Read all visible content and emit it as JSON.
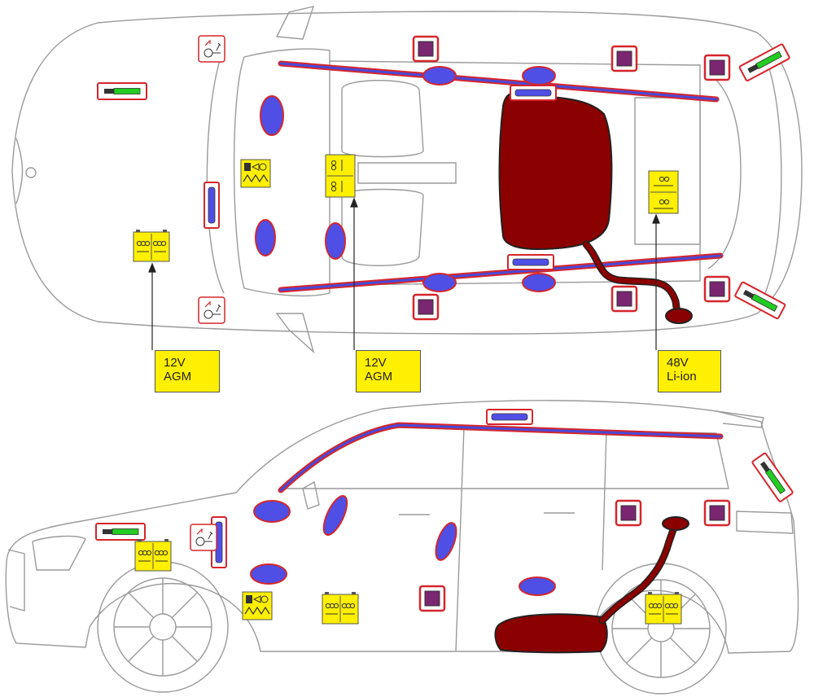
{
  "labels": {
    "battery_front": {
      "line1": "12V",
      "line2": "AGM"
    },
    "battery_center": {
      "line1": "12V",
      "line2": "AGM"
    },
    "battery_rear": {
      "line1": "48V",
      "line2": "Li-ion"
    }
  },
  "colors": {
    "outline": "#9a9a9a",
    "airbag_fill": "#4f4fe6",
    "airbag_border": "#d4262c",
    "curtain_line": "#4a4ad8",
    "sensor_fill": "#7a2670",
    "sensor_border": "#d4262c",
    "battery_fill": "#ffef00",
    "fuel_tank": "#8b0000",
    "gas_strut": "#22cc22",
    "label_bg": "#ffef00"
  },
  "icons": {
    "airbag": "airbag-icon",
    "sensor": "crash-sensor-icon",
    "battery": "battery-icon",
    "gas_strut": "gas-strut-icon",
    "pretensioner": "pretensioner-icon",
    "high_voltage": "high-voltage-module-icon",
    "hood_lifter": "hood-lifter-icon",
    "fuel_tank": "fuel-tank-icon"
  }
}
